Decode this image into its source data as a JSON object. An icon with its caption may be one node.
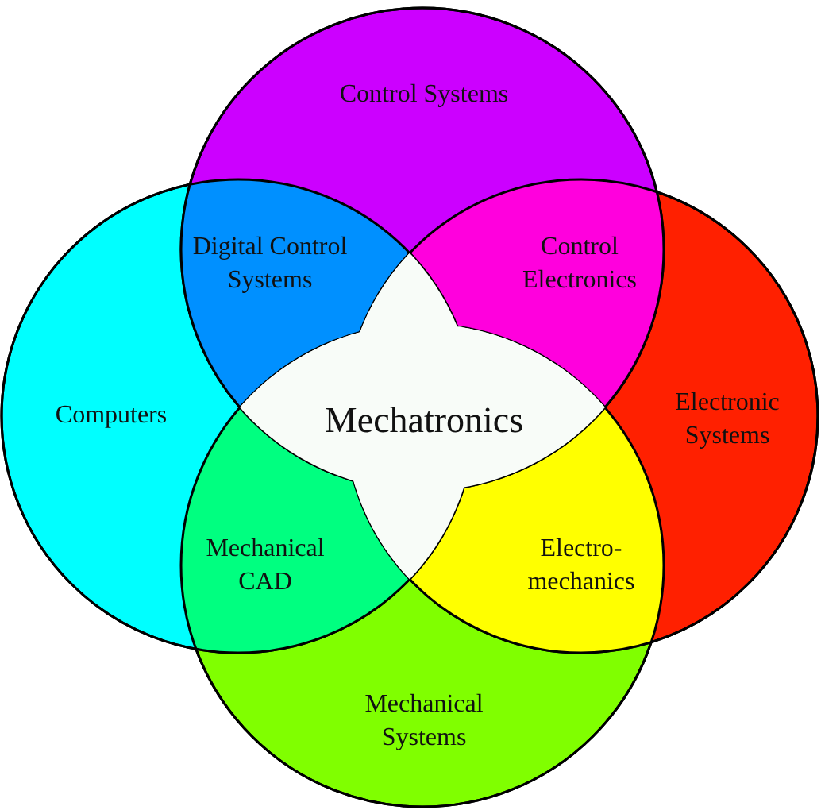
{
  "diagram": {
    "nodes": [
      {
        "text": [
          "Control Systems"
        ]
      },
      {
        "text": [
          "Digital Control Systems"
        ]
      },
      {
        "text": [
          "Control Electronics"
        ]
      },
      {
        "text": [
          "Computers"
        ]
      },
      {
        "text": [
          "Mechatronics"
        ]
      },
      {
        "text": [
          "Electronic Systems"
        ]
      },
      {
        "text": [
          "Mechanical CAD"
        ]
      },
      {
        "text": [
          "Electro-mechanics"
        ]
      },
      {
        "text": [
          "Mechanical Systems"
        ]
      }
    ],
    "edges": []
  }
}
